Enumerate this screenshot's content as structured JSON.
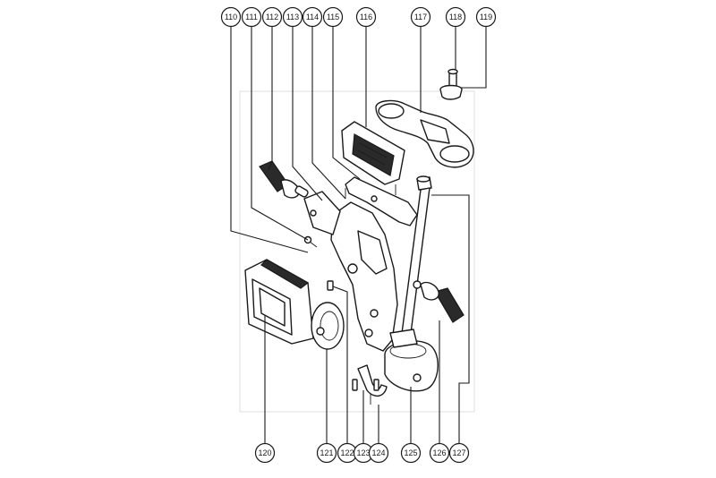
{
  "diagram": {
    "callouts": [
      {
        "id": "110",
        "label": "110"
      },
      {
        "id": "111",
        "label": "111"
      },
      {
        "id": "112",
        "label": "112"
      },
      {
        "id": "113",
        "label": "113"
      },
      {
        "id": "114",
        "label": "114"
      },
      {
        "id": "115",
        "label": "115"
      },
      {
        "id": "116",
        "label": "116"
      },
      {
        "id": "117",
        "label": "117"
      },
      {
        "id": "118",
        "label": "118"
      },
      {
        "id": "119",
        "label": "119"
      },
      {
        "id": "120",
        "label": "120"
      },
      {
        "id": "121",
        "label": "121"
      },
      {
        "id": "122",
        "label": "122"
      },
      {
        "id": "123",
        "label": "123"
      },
      {
        "id": "124",
        "label": "124"
      },
      {
        "id": "125",
        "label": "125"
      },
      {
        "id": "126",
        "label": "126"
      },
      {
        "id": "127",
        "label": "127"
      }
    ]
  }
}
